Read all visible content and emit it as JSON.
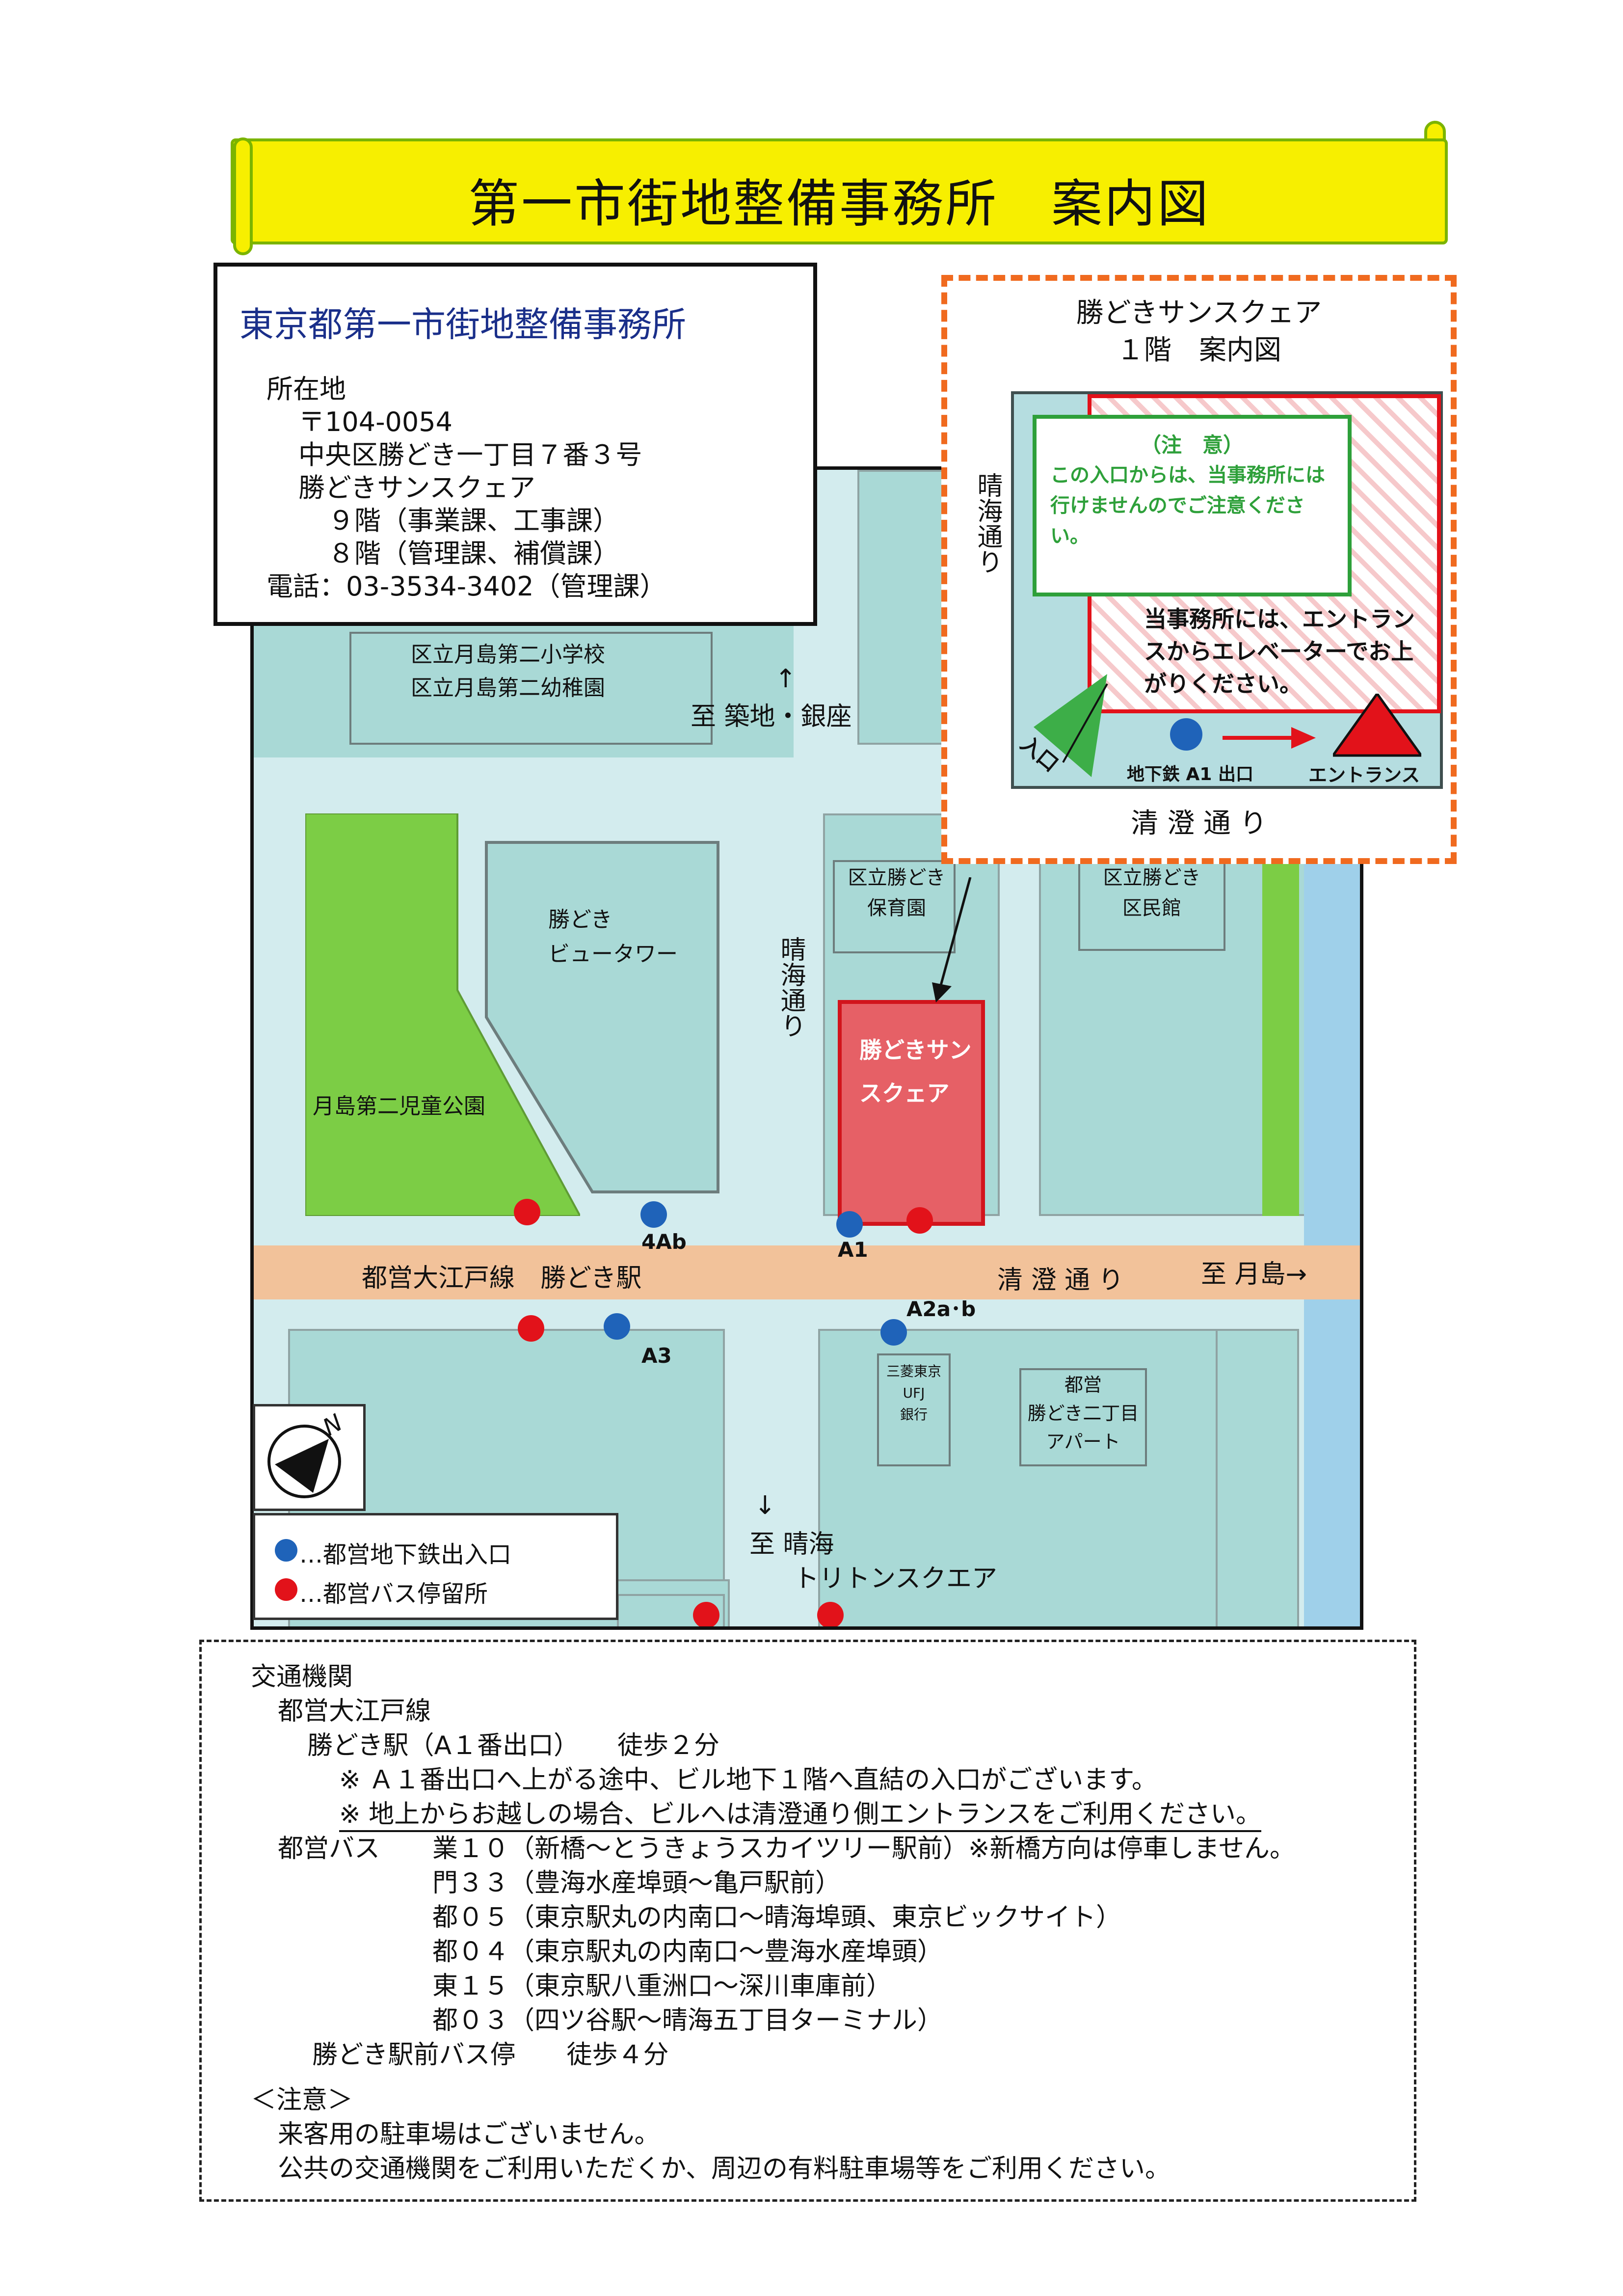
{
  "banner": {
    "title": "第一市街地整備事務所　案内図"
  },
  "office": {
    "name": "東京都第一市街地整備事務所",
    "address_label": "所在地",
    "postal": "〒104-0054",
    "address": "中央区勝どき一丁目７番３号",
    "building": "勝どきサンスクェア",
    "floor9": "９階（事業課、工事課）",
    "floor8": "８階（管理課、補償課）",
    "phone": "電話：03-3534-3402（管理課）"
  },
  "inset": {
    "title": "勝どきサンスクェア",
    "subtitle": "１階　案内図",
    "caution_heading": "（注　意）",
    "caution_text": "この入口からは、当事務所には行けませんのでご注意ください。",
    "notice": "当事務所には、エントランスからエレベーターでお上がりください。",
    "entrance_side": "入口",
    "subway_exit": "地下鉄 A1 出口",
    "entrance": "エントランス",
    "street_right": "晴海通り",
    "street_bottom": "清 澄 通 り"
  },
  "map": {
    "school_1": "区立月島第二小学校",
    "school_2": "区立月島第二幼稚園",
    "to_tsukiji": "至 築地・銀座",
    "arrow_up": "↑",
    "beauty_tower_1": "勝どき",
    "beauty_tower_2": "ビュータワー",
    "park": "月島第二児童公園",
    "harumi_st": "晴海通り",
    "nursery_1": "区立勝どき",
    "nursery_2": "保育園",
    "kumin_1": "区立勝どき",
    "kumin_2": "区民館",
    "target": "勝どきサンスクェア",
    "station": "都営大江戸線　勝どき駅",
    "kiyosumi": "清 澄 通 り",
    "to_tsukishima": "至 月島→",
    "exit_4ab": "4Ab",
    "exit_a1": "A1",
    "exit_a3": "A3",
    "exit_a2ab": "A2a･b",
    "bank_1": "三菱東京",
    "bank_2": "UFJ",
    "bank_3": "銀行",
    "apart_1": "都営",
    "apart_2": "勝どき二丁目",
    "apart_3": "アパート",
    "arrow_down": "↓",
    "to_harumi": "至 晴海",
    "triton": "トリトンスクエア",
    "compass_n": "N",
    "legend_subway": "…都営地下鉄出入口",
    "legend_bus": "…都営バス停留所"
  },
  "transport": {
    "heading": "交通機関",
    "line": "都営大江戸線",
    "station": "勝どき駅（A１番出口）　　徒歩２分",
    "note1": "※ Ａ１番出口へ上がる途中、ビル地下１階へ直結の入口がございます。",
    "note2": "※ 地上からお越しの場合、ビルへは清澄通り側エントランスをご利用ください。",
    "bus_label": "都営バス",
    "routes": [
      "業１０（新橋～とうきょうスカイツリー駅前）※新橋方向は停車しません。",
      "門３３（豊海水産埠頭～亀戸駅前）",
      "都０５（東京駅丸の内南口～晴海埠頭、東京ビックサイト）",
      "都０４（東京駅丸の内南口～豊海水産埠頭）",
      "東１５（東京駅八重洲口～深川車庫前）",
      "都０３（四ツ谷駅～晴海五丁目ターミナル）"
    ],
    "bus_stop": "勝どき駅前バス停　　徒歩４分",
    "caution_heading": "＜注意＞",
    "caution_1": "来客用の駐車場はございません。",
    "caution_2": "公共の交通機関をご利用いただくか、周辺の有料駐車場等をご利用ください。"
  },
  "colors": {
    "banner": "#f7ef00",
    "banner_border": "#7bb400",
    "block": "#a9d9d6",
    "road": "#f2c29a",
    "park": "#7ccd45",
    "target": "#e66066",
    "subway": "#1f63b9",
    "bus": "#e2121a",
    "inset_border": "#f06a1f"
  }
}
